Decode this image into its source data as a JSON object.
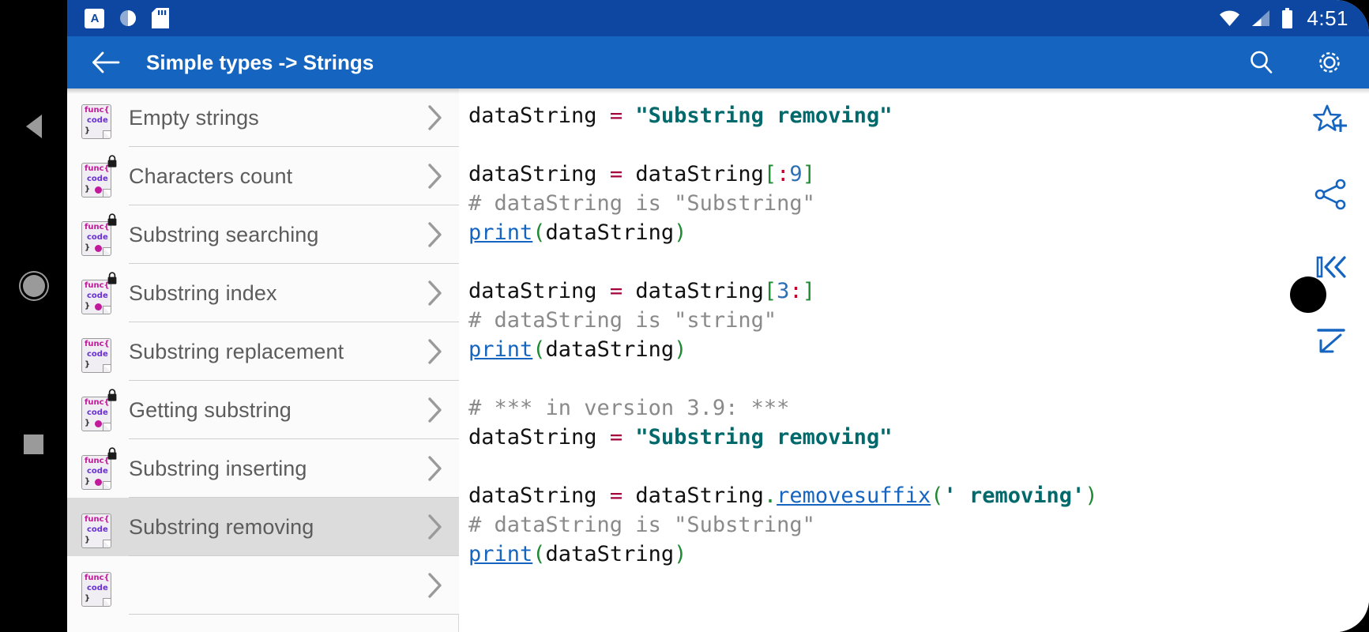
{
  "statusbar": {
    "time": "4:51",
    "icons": [
      "keyboard-icon",
      "sync-icon",
      "sd-card-icon",
      "wifi-icon",
      "cell-signal-icon",
      "battery-icon"
    ],
    "keyboard_glyph": "A",
    "background": "#0d47a1"
  },
  "appbar": {
    "title": "Simple types -> Strings",
    "back_icon": "back-arrow-icon",
    "search_icon": "search-icon",
    "settings_icon": "gear-icon",
    "background": "#1565c0"
  },
  "navbar": {
    "back_label": "Back",
    "home_label": "Home",
    "recents_label": "Recents"
  },
  "sidebar": {
    "selected_index": 7,
    "items": [
      {
        "label": "Empty strings",
        "locked": false,
        "dot": false
      },
      {
        "label": "Characters count",
        "locked": true,
        "dot": true
      },
      {
        "label": "Substring searching",
        "locked": true,
        "dot": true
      },
      {
        "label": "Substring index",
        "locked": true,
        "dot": true
      },
      {
        "label": "Substring replacement",
        "locked": false,
        "dot": false
      },
      {
        "label": "Getting substring",
        "locked": true,
        "dot": true
      },
      {
        "label": "Substring inserting",
        "locked": true,
        "dot": true
      },
      {
        "label": "Substring removing",
        "locked": false,
        "dot": false
      },
      {
        "label": "",
        "locked": false,
        "dot": false
      }
    ],
    "item_icon": "code-file-icon",
    "chevron_icon": "chevron-right-icon",
    "icon_lines": {
      "l1": "func{",
      "l2": "code",
      "l3": "}"
    }
  },
  "code": {
    "language": "python",
    "lines": [
      [
        {
          "t": "dataString ",
          "c": ""
        },
        {
          "t": "=",
          "c": "op"
        },
        {
          "t": " ",
          "c": ""
        },
        {
          "t": "\"Substring removing\"",
          "c": "str"
        }
      ],
      [
        {
          "t": "",
          "c": ""
        }
      ],
      [
        {
          "t": "dataString ",
          "c": ""
        },
        {
          "t": "=",
          "c": "op"
        },
        {
          "t": " dataString",
          "c": ""
        },
        {
          "t": "[",
          "c": "brk"
        },
        {
          "t": ":",
          "c": "col"
        },
        {
          "t": "9",
          "c": "num"
        },
        {
          "t": "]",
          "c": "brk"
        }
      ],
      [
        {
          "t": "# dataString is \"Substring\"",
          "c": "cm"
        }
      ],
      [
        {
          "t": "print",
          "c": "fn"
        },
        {
          "t": "(",
          "c": "brk"
        },
        {
          "t": "dataString",
          "c": ""
        },
        {
          "t": ")",
          "c": "brk"
        }
      ],
      [
        {
          "t": "",
          "c": ""
        }
      ],
      [
        {
          "t": "dataString ",
          "c": ""
        },
        {
          "t": "=",
          "c": "op"
        },
        {
          "t": " dataString",
          "c": ""
        },
        {
          "t": "[",
          "c": "brk"
        },
        {
          "t": "3",
          "c": "num"
        },
        {
          "t": ":",
          "c": "col"
        },
        {
          "t": "]",
          "c": "brk"
        }
      ],
      [
        {
          "t": "# dataString is \"string\"",
          "c": "cm"
        }
      ],
      [
        {
          "t": "print",
          "c": "fn"
        },
        {
          "t": "(",
          "c": "brk"
        },
        {
          "t": "dataString",
          "c": ""
        },
        {
          "t": ")",
          "c": "brk"
        }
      ],
      [
        {
          "t": "",
          "c": ""
        }
      ],
      [
        {
          "t": "# *** in version 3.9: ***",
          "c": "cm"
        }
      ],
      [
        {
          "t": "dataString ",
          "c": ""
        },
        {
          "t": "=",
          "c": "op"
        },
        {
          "t": " ",
          "c": ""
        },
        {
          "t": "\"Substring removing\"",
          "c": "str"
        }
      ],
      [
        {
          "t": "",
          "c": ""
        }
      ],
      [
        {
          "t": "dataString ",
          "c": ""
        },
        {
          "t": "=",
          "c": "op"
        },
        {
          "t": " dataString",
          "c": ""
        },
        {
          "t": ".",
          "c": "brk"
        },
        {
          "t": "removesuffix",
          "c": "fn"
        },
        {
          "t": "(",
          "c": "brk"
        },
        {
          "t": "' removing'",
          "c": "str"
        },
        {
          "t": ")",
          "c": "brk"
        }
      ],
      [
        {
          "t": "# dataString is \"Substring\"",
          "c": "cm"
        }
      ],
      [
        {
          "t": "print",
          "c": "fn"
        },
        {
          "t": "(",
          "c": "brk"
        },
        {
          "t": "dataString",
          "c": ""
        },
        {
          "t": ")",
          "c": "brk"
        }
      ]
    ],
    "colors": {
      "comment": "#8a8a8a",
      "string": "#00696b",
      "operator": "#a3003c",
      "number": "#2c6fb5",
      "bracket": "#1f8a34",
      "link": "#1565c0"
    }
  },
  "rail": {
    "items": [
      {
        "name": "add-to-favorites-icon",
        "label": "Add to favourites"
      },
      {
        "name": "share-icon",
        "label": "Share"
      },
      {
        "name": "skip-to-first-icon",
        "label": "Go to first"
      },
      {
        "name": "collapse-icon",
        "label": "Collapse"
      }
    ],
    "accent": "#1565c0"
  }
}
